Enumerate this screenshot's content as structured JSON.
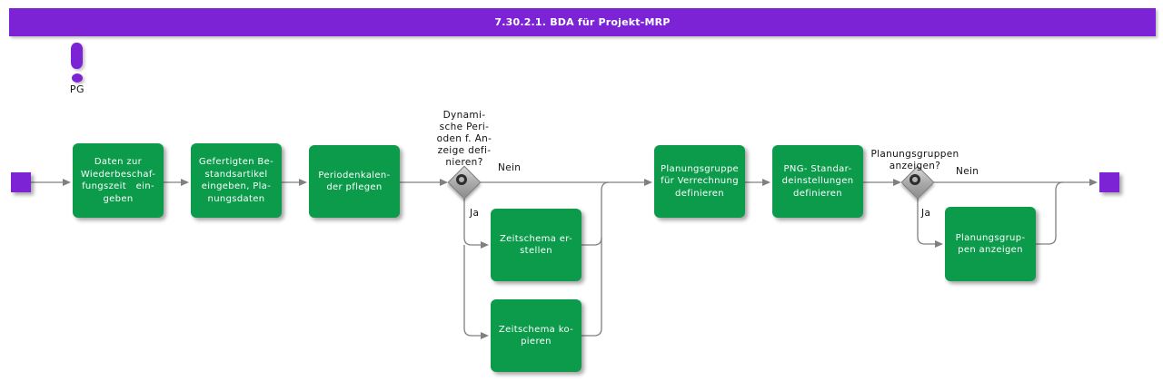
{
  "title_bar": {
    "text": "7.30.2.1. BDA für Projekt-MRP"
  },
  "annotation": {
    "icon": "exclamation-icon",
    "label": "PG"
  },
  "colors": {
    "purple": "#7D23D6",
    "green": "#0B9B4B",
    "connector": "#808080"
  },
  "diagram": {
    "tasks": [
      {
        "text": "Daten zur\nWiederbeschaf-\nfungszeit   ein-\ngeben"
      },
      {
        "text": "Gefertigten Be-\nstandsartikel\neingeben, Pla-\nnungsdaten"
      },
      {
        "text": "Periodenkalen-\nder pflegen"
      },
      {
        "text": "Zeitschema er-\nstellen"
      },
      {
        "text": "Zeitschema ko-\npieren"
      },
      {
        "text": "Planungsgruppe\nfür Verrechnung\ndefinieren"
      },
      {
        "text": "PNG- Standar-\ndeinstellungen\ndefinieren"
      },
      {
        "text": "Planungsgrup-\npen anzeigen"
      }
    ],
    "gateways": [
      {
        "question": "Dynami-\nsche Peri-\noden f. An-\nzeige defi-\nnieren?",
        "yes": "Ja",
        "no": "Nein"
      },
      {
        "question": "Planungsgruppen\nanzeigen?",
        "yes": "Ja",
        "no": "Nein"
      }
    ]
  }
}
